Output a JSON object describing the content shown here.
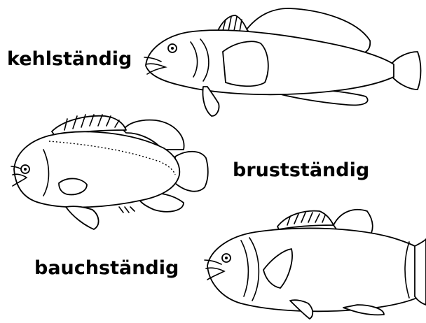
{
  "labels": {
    "kehl": "kehlständig",
    "brust": "brustständig",
    "bauch": "bauchständig"
  }
}
